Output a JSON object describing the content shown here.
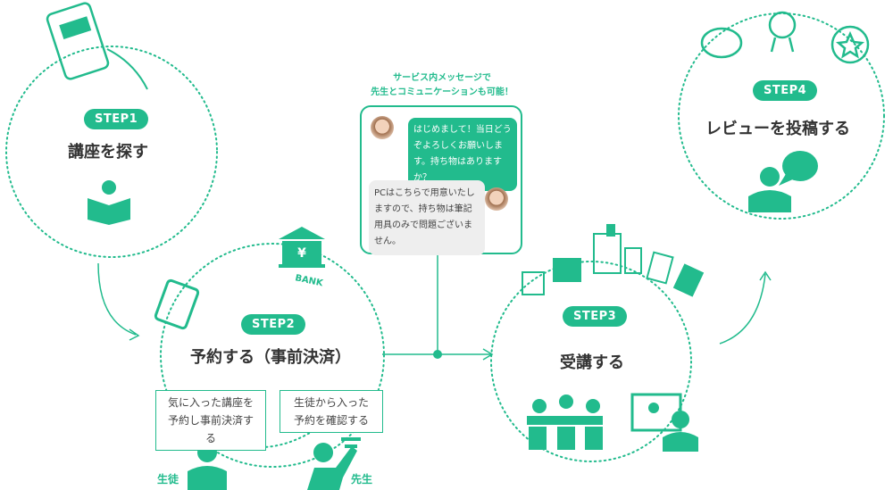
{
  "accent": "#22bb8d",
  "steps": [
    {
      "badge": "STEP1",
      "title": "講座を探す"
    },
    {
      "badge": "STEP2",
      "title": "予約する（事前決済）"
    },
    {
      "badge": "STEP3",
      "title": "受講する"
    },
    {
      "badge": "STEP4",
      "title": "レビューを投稿する"
    }
  ],
  "message": {
    "caption_line1": "サービス内メッセージで",
    "caption_line2": "先生とコミュニケーションも可能！",
    "student_msg": "はじめまして！当日どうぞよろしくお願いします。持ち物はありますか？",
    "teacher_msg": "PCはこちらで用意いたしますので、持ち物は筆記用具のみで問題ございません。"
  },
  "notes": {
    "student_line1": "気に入った講座を",
    "student_line2": "予約し事前決済する",
    "teacher_line1": "生徒から入った",
    "teacher_line2": "予約を確認する"
  },
  "roles": {
    "student": "生徒",
    "teacher": "先生"
  },
  "bank_label": "BANK",
  "bank_symbol": "¥"
}
